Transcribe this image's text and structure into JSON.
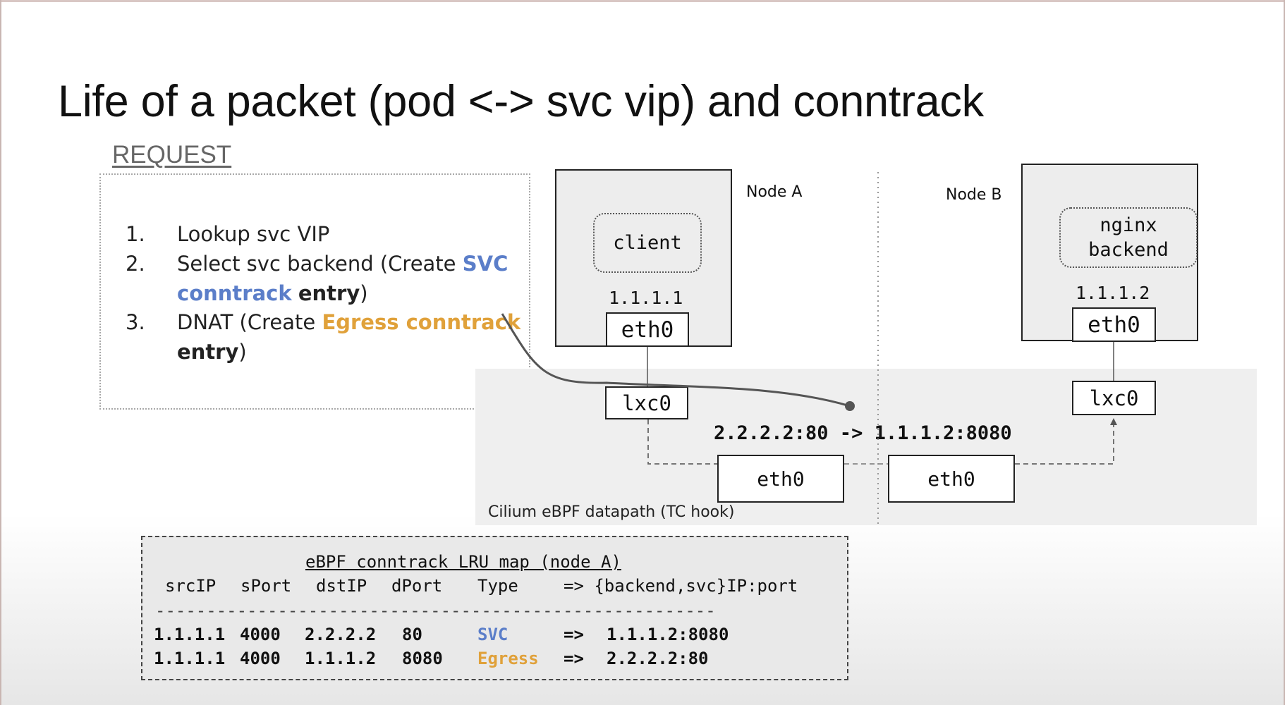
{
  "slide": {
    "title": "Life of a packet (pod <-> svc vip) and conntrack",
    "request_label": "REQUEST"
  },
  "steps": [
    {
      "num": "1.",
      "line1": [
        {
          "t": "Lookup svc VIP"
        }
      ]
    },
    {
      "num": "2.",
      "line1": [
        {
          "t": "Select svc backend (Create "
        },
        {
          "t": "SVC",
          "s": "svc"
        }
      ],
      "line2": [
        {
          "t": "conntrack",
          "s": "svc"
        },
        {
          "t": " "
        },
        {
          "t": "entry",
          "s": "bold"
        },
        {
          "t": ")"
        }
      ]
    },
    {
      "num": "3.",
      "line1": [
        {
          "t": "DNAT (Create "
        },
        {
          "t": "Egress conntrack",
          "s": "egress"
        }
      ],
      "line2": [
        {
          "t": "entry",
          "s": "bold"
        },
        {
          "t": ")"
        }
      ]
    }
  ],
  "node_a": {
    "label": "Node A",
    "pod": "client",
    "ip": "1.1.1.1",
    "pod_iface": "eth0",
    "host_lxc": "lxc0",
    "host_eth": "eth0"
  },
  "node_b": {
    "label": "Node  B",
    "pod_line1": "nginx",
    "pod_line2": "backend",
    "ip": "1.1.1.2",
    "pod_iface": "eth0",
    "host_lxc": "lxc0",
    "host_eth": "eth0"
  },
  "datapath_label": "Cilium eBPF datapath (TC hook)",
  "packet_translation": "2.2.2.2:80 -> 1.1.1.2:8080",
  "conntrack_table": {
    "title": "eBPF conntrack LRU map (node A)",
    "columns": [
      "srcIP",
      "sPort",
      "dstIP",
      "dPort",
      "Type",
      "=> {backend,svc}IP:port"
    ],
    "separator": "-------------------------------------------------------",
    "rows": [
      {
        "srcIP": "1.1.1.1",
        "sPort": "4000",
        "dstIP": "2.2.2.2",
        "dPort": "80",
        "type": "SVC",
        "arrow": "=>",
        "target": "1.1.1.2:8080"
      },
      {
        "srcIP": "1.1.1.1",
        "sPort": "4000",
        "dstIP": "1.1.1.2",
        "dPort": "8080",
        "type": "Egress",
        "arrow": "=>",
        "target": "2.2.2.2:80"
      }
    ]
  },
  "colors": {
    "svc": "#5b7ec9",
    "egress": "#e0a13a",
    "datapath_band": "#efefef",
    "node_fill": "#ededed"
  }
}
